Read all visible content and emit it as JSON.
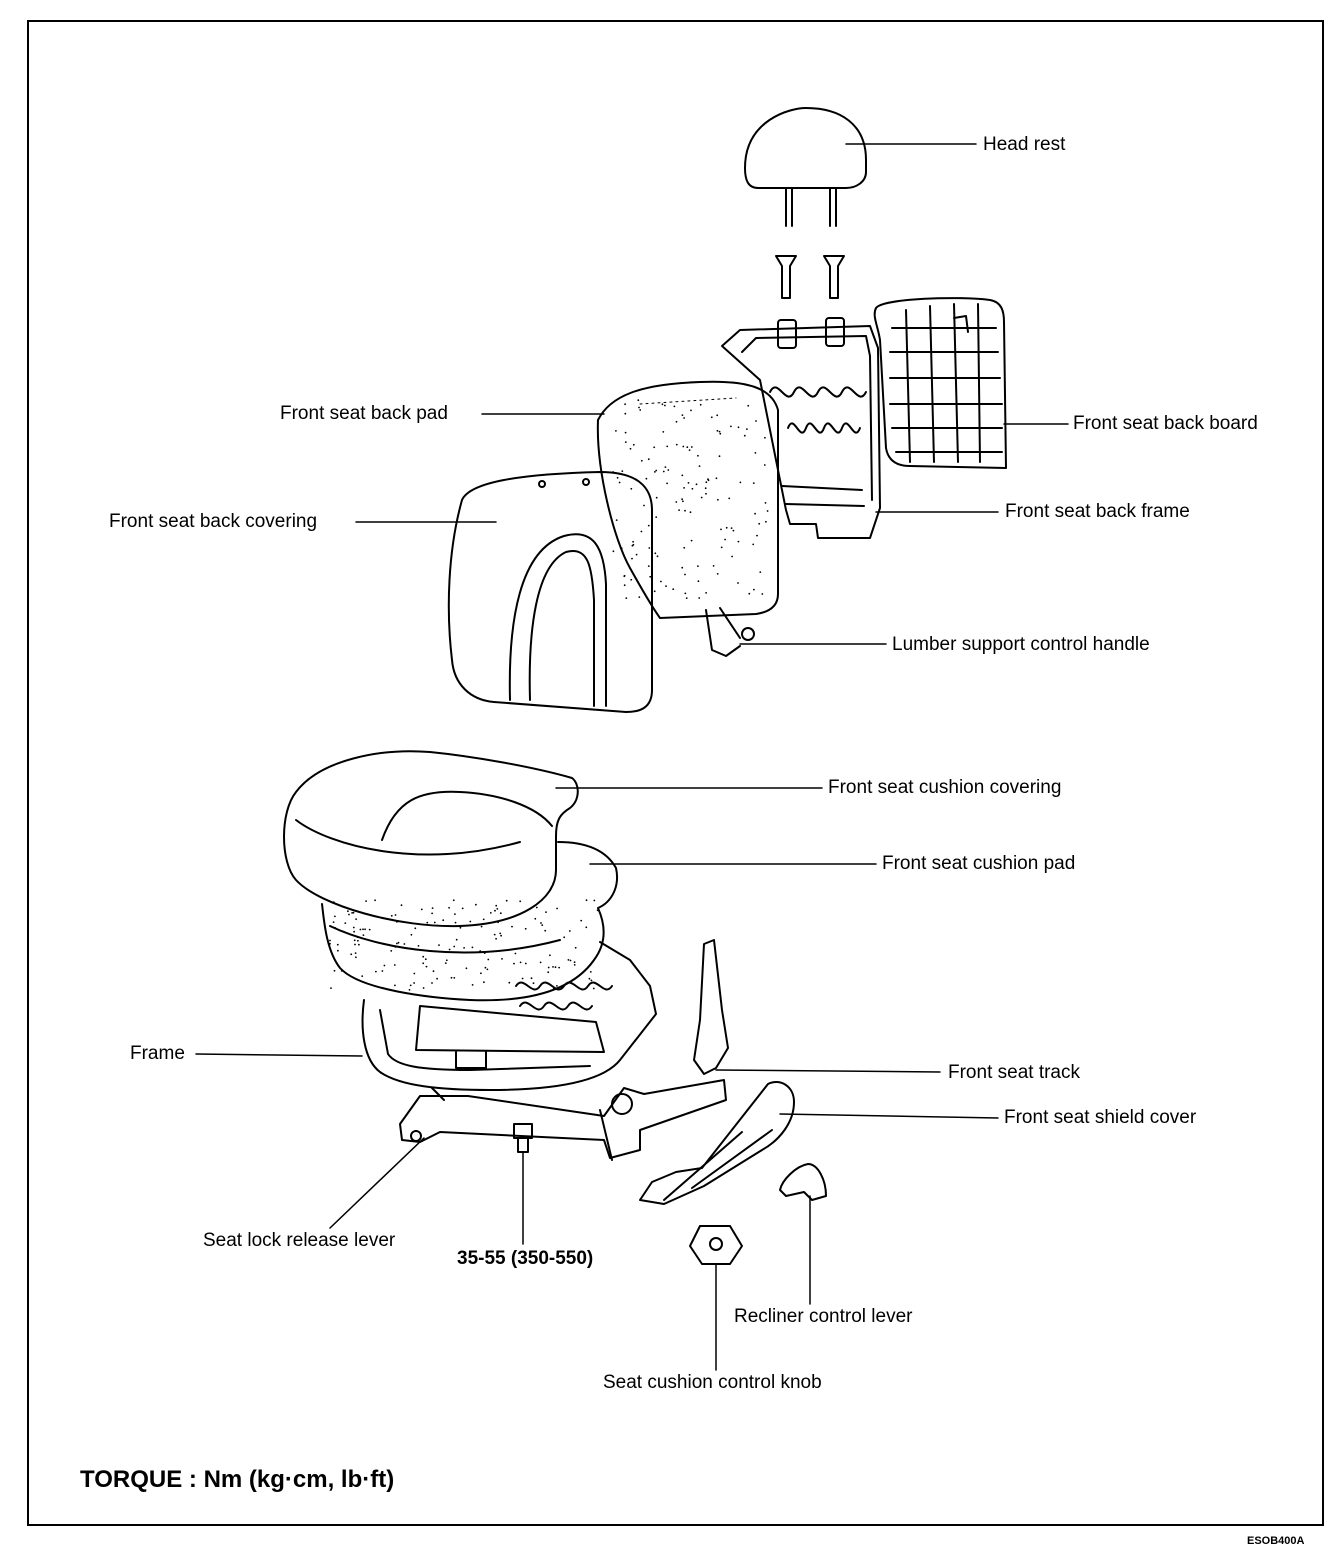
{
  "labels": {
    "head_rest": "Head rest",
    "back_board": "Front seat back board",
    "back_pad": "Front seat back pad",
    "back_frame": "Front seat back frame",
    "back_covering": "Front seat back covering",
    "lumber_handle": "Lumber support control handle",
    "cushion_covering": "Front seat cushion covering",
    "cushion_pad": "Front seat cushion pad",
    "frame": "Frame",
    "seat_track": "Front seat track",
    "shield_cover": "Front seat shield cover",
    "lock_lever": "Seat lock release lever",
    "torque_value": "35-55 (350-550)",
    "recliner_lever": "Recliner control lever",
    "cushion_knob": "Seat cushion control knob"
  },
  "footer": {
    "torque_note": "TORQUE : Nm (kg·cm, lb·ft)",
    "figure_code": "ESOB400A"
  }
}
